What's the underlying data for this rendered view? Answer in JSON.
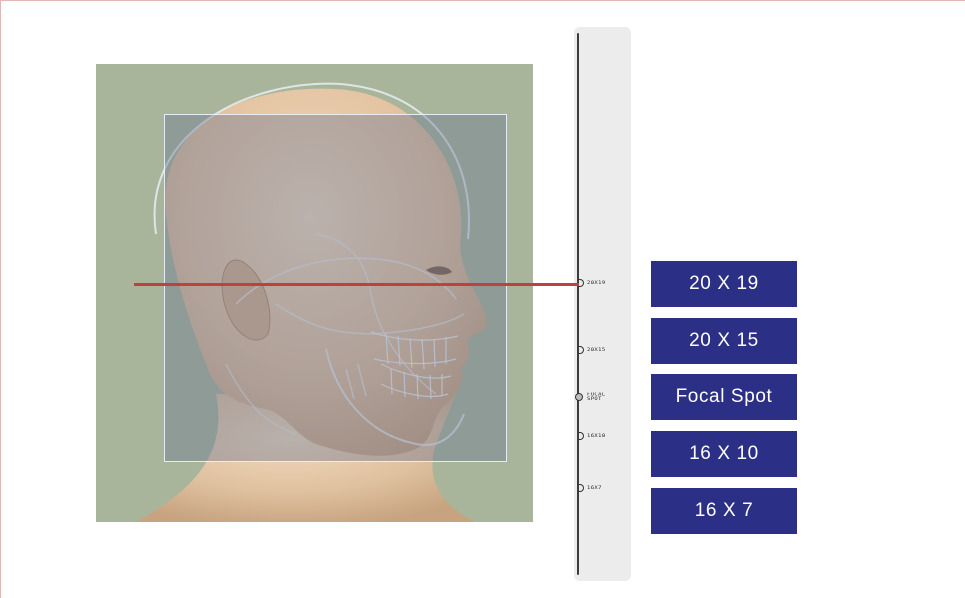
{
  "fov_options": [
    {
      "label": "20 X 19",
      "tick_label": "20X19"
    },
    {
      "label": "20 X 15",
      "tick_label": "20X15"
    },
    {
      "label": "Focal Spot",
      "tick_label": "FOCAL\nSPOT"
    },
    {
      "label": "16 X 10",
      "tick_label": "16X10"
    },
    {
      "label": "16 X 7",
      "tick_label": "16X7"
    }
  ],
  "selected_option": "20 X 19",
  "colors": {
    "button_bg": "#2b2f86",
    "indicator_line": "#c0403e",
    "background_green": "#a8b59a",
    "frame_border": "#e2b7b4"
  }
}
